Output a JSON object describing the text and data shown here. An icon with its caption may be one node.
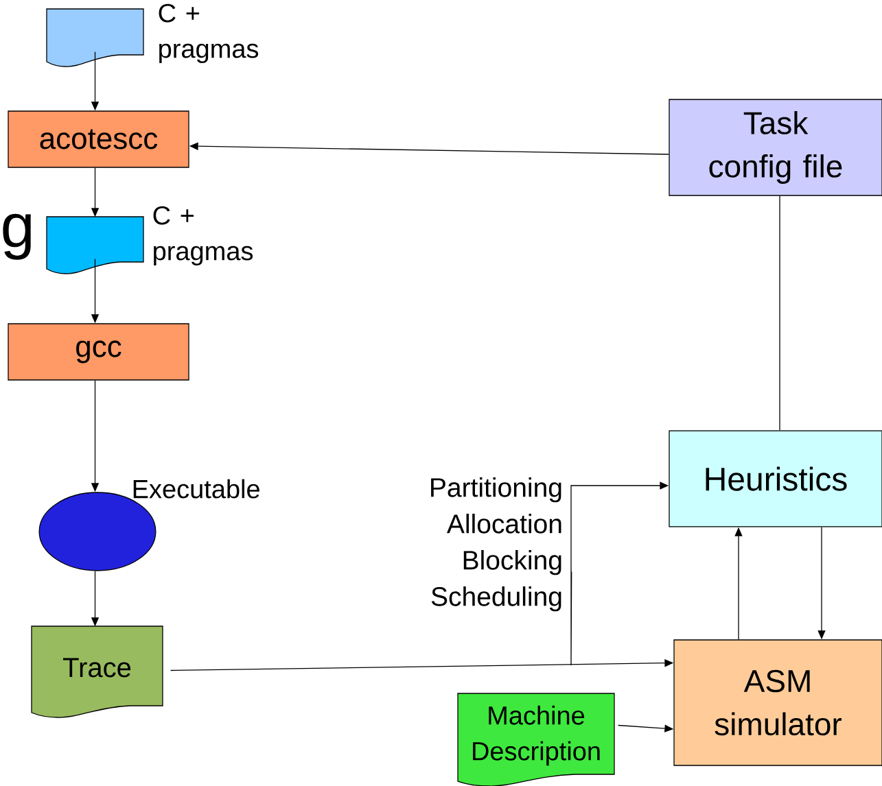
{
  "diagram": {
    "nodes": [
      {
        "text": [],
        "shape": "document",
        "beside": [
          "C + pragmas"
        ]
      },
      {
        "text": [
          "acotescc"
        ]
      },
      {
        "text": [],
        "shape": "document",
        "beside": [
          "C + pragmas"
        ]
      },
      {
        "text": [
          "gcc"
        ]
      },
      {
        "text": [],
        "shape": "circle",
        "beside": [
          "Executable"
        ]
      },
      {
        "text": [
          "Trace"
        ]
      },
      {
        "text": [
          "Task config file"
        ]
      },
      {
        "text": [
          "Heuristics"
        ]
      },
      {
        "text": [
          "ASM simulator"
        ]
      },
      {
        "text": [
          "Machine Description"
        ]
      },
      {
        "text": [
          "Partitioning Allocation Blocking Scheduling"
        ]
      }
    ],
    "edges": [
      {
        "from": 0,
        "to": 1,
        "arrow": "to"
      },
      {
        "from": 1,
        "to": 2,
        "arrow": "to"
      },
      {
        "from": 2,
        "to": 3,
        "arrow": "to"
      },
      {
        "from": 3,
        "to": 4,
        "arrow": "to"
      },
      {
        "from": 4,
        "to": 5,
        "arrow": "to"
      },
      {
        "from": 6,
        "to": 1,
        "arrow": "to"
      },
      {
        "from": 6,
        "to": 7,
        "arrow": "none"
      },
      {
        "from": 5,
        "to": 8,
        "arrow": "to"
      },
      {
        "from": 10,
        "to": 7,
        "arrow": "to"
      },
      {
        "from": 8,
        "to": 7,
        "arrow": "to"
      },
      {
        "from": 7,
        "to": 8,
        "arrow": "to"
      },
      {
        "from": 9,
        "to": 8,
        "arrow": "to"
      }
    ],
    "labels": [
      "g"
    ]
  }
}
